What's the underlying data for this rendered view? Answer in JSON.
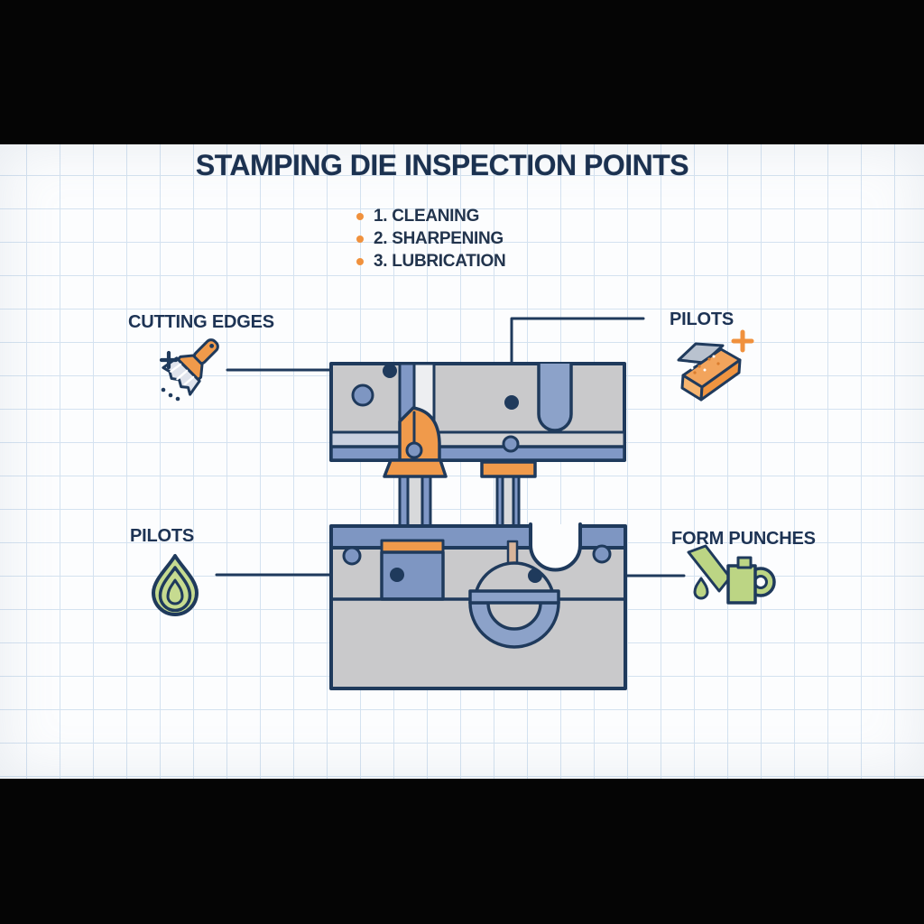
{
  "title": "STAMPING DIE INSPECTION POINTS",
  "checklist": {
    "items": [
      {
        "label": "1. CLEANING"
      },
      {
        "label": "2. SHARPENING"
      },
      {
        "label": "3. LUBRICATION"
      }
    ]
  },
  "callouts": [
    {
      "id": "cutting-edges",
      "label": "CUTTING EDGES",
      "icon": "paintbrush-icon",
      "position": "top-left"
    },
    {
      "id": "pilots-top",
      "label": "PILOTS",
      "icon": "whetstone-icon",
      "position": "top-right"
    },
    {
      "id": "pilots-bottom",
      "label": "PILOTS",
      "icon": "oil-drop-icon",
      "position": "bottom-left"
    },
    {
      "id": "form-punches",
      "label": "FORM PUNCHES",
      "icon": "watering-can-icon",
      "position": "bottom-right"
    }
  ],
  "colors": {
    "ink_navy": "#1f3a5c",
    "accent_orange": "#f0913d",
    "steel_gray": "#c9c9cb",
    "accent_blue": "#7e96c2",
    "slot_blue": "#8ca2c9",
    "accent_green": "#bcd584",
    "tan": "#d8b49a",
    "grid_blue": "#d4e2f0",
    "paper_white": "#fcfdfe"
  }
}
